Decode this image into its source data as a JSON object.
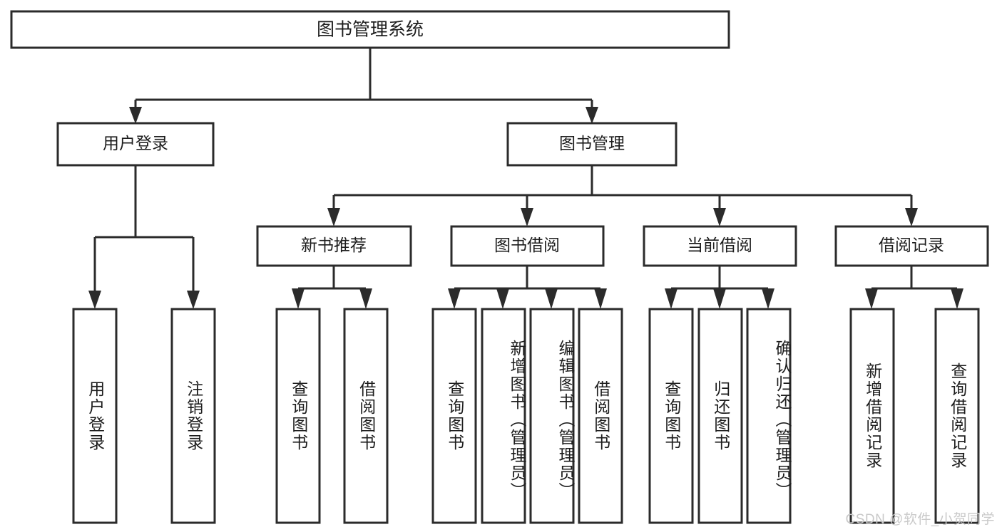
{
  "diagram": {
    "type": "tree-hierarchy",
    "title": "图书管理系统",
    "watermark": "CSDN @软件_小贺同学",
    "colors": {
      "stroke": "#2b2b2b",
      "fill": "#ffffff",
      "text": "#1d1d1d",
      "watermark": "#c9c9c9"
    },
    "root": {
      "label": "图书管理系统"
    },
    "level2": [
      {
        "label": "用户登录"
      },
      {
        "label": "图书管理"
      }
    ],
    "level3": [
      {
        "label": "新书推荐"
      },
      {
        "label": "图书借阅"
      },
      {
        "label": "当前借阅"
      },
      {
        "label": "借阅记录"
      }
    ],
    "leaves": {
      "user_login": [
        {
          "label": "用户登录"
        },
        {
          "label": "注销登录"
        }
      ],
      "new_book_recommend": [
        {
          "label": "查询图书"
        },
        {
          "label": "借阅图书"
        }
      ],
      "book_borrow": [
        {
          "label": "查询图书"
        },
        {
          "label": "新增图书（管理员）"
        },
        {
          "label": "编辑图书（管理员）"
        },
        {
          "label": "借阅图书"
        }
      ],
      "current_borrow": [
        {
          "label": "查询图书"
        },
        {
          "label": "归还图书"
        },
        {
          "label": "确认归还（管理员）"
        }
      ],
      "borrow_record": [
        {
          "label": "新增借阅记录"
        },
        {
          "label": "查询借阅记录"
        }
      ]
    }
  }
}
